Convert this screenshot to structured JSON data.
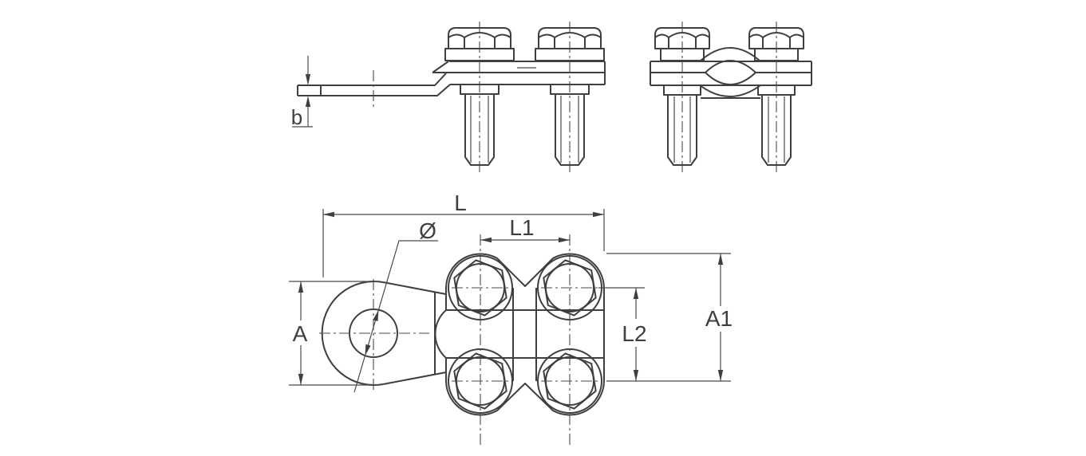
{
  "drawing": {
    "labels": {
      "thickness": "b",
      "length_total": "L",
      "bolt_spacing_h": "L1",
      "bolt_spacing_v": "L2",
      "ring_width": "A",
      "body_width": "A1",
      "hole_diameter": "Ø"
    },
    "colors": {
      "line": "#3f3f3f",
      "background": "#ffffff"
    }
  }
}
